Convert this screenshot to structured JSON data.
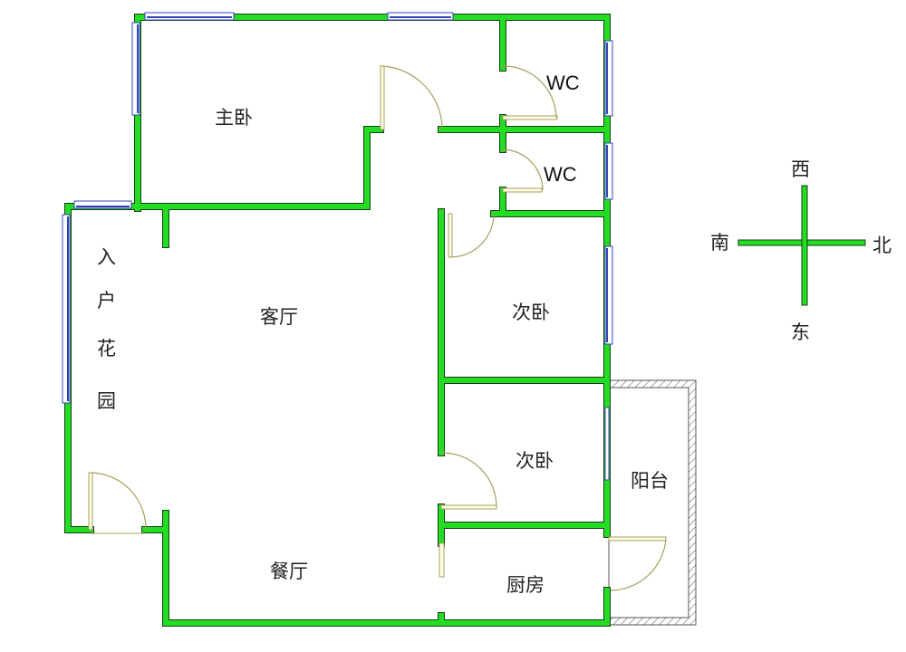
{
  "rooms": {
    "master_bedroom": "主卧",
    "wc_1": "WC",
    "wc_2": "WC",
    "entry_garden": [
      "入",
      "户",
      "花",
      "园"
    ],
    "living_room": "客厅",
    "bedroom_2": "次卧",
    "bedroom_3": "次卧",
    "balcony": "阳台",
    "dining_room": "餐厅",
    "kitchen": "厨房"
  },
  "compass": {
    "west": "西",
    "south": "南",
    "north": "北",
    "east": "东"
  },
  "colors": {
    "wall": "#22dd22",
    "wall_outline": "#1a3a1a",
    "window": "#3344bb",
    "door": "#a89f5c"
  }
}
